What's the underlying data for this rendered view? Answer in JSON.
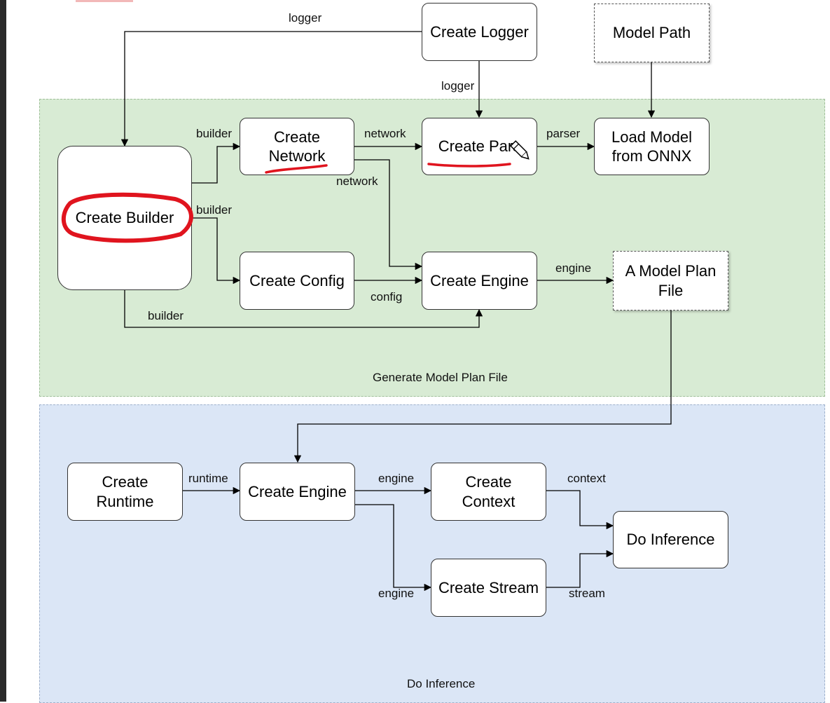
{
  "regions": {
    "generate": "Generate  Model Plan File",
    "inference": "Do Inference"
  },
  "nodes": {
    "create_logger": "Create Logger",
    "model_path": "Model Path",
    "create_network": "Create\nNetwork",
    "create_parser": "Create Pars",
    "load_model": "Load Model\nfrom ONNX",
    "create_builder": "Create Builder",
    "create_config": "Create Config",
    "create_engine_gen": "Create Engine",
    "model_plan_file": "A Model Plan\nFile",
    "create_runtime": "Create\nRuntime",
    "create_engine_inf": "Create Engine",
    "create_context": "Create\nContext",
    "create_stream": "Create Stream",
    "do_inference": "Do Inference"
  },
  "edges": {
    "logger_top": "logger",
    "logger_parser": "logger",
    "builder_network": "builder",
    "network_parser": "network",
    "parser_load": "parser",
    "network_engine": "network",
    "builder_config": "builder",
    "config_engine": "config",
    "builder_engine": "builder",
    "engine_plan": "engine",
    "runtime_engine": "runtime",
    "engine_context": "engine",
    "engine_stream": "engine",
    "context_infer": "context",
    "stream_infer": "stream"
  },
  "annotation_colors": {
    "ink": "#e0141e",
    "accent_pale": "#f2b8b8"
  }
}
